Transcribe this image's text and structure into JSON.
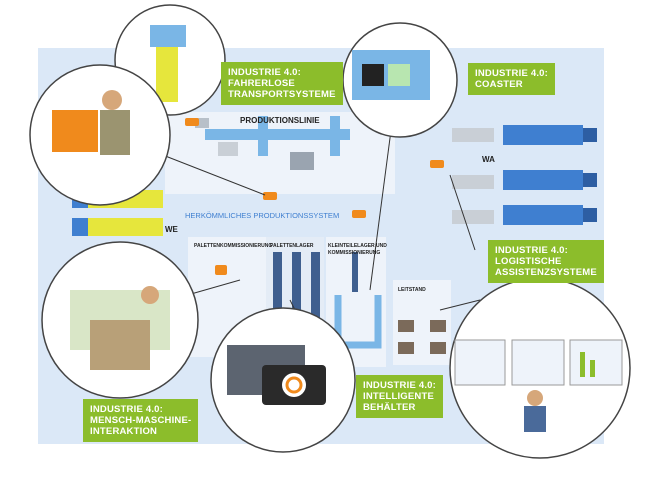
{
  "callouts": {
    "fts": [
      "INDUSTRIE 4.0:",
      "FAHRERLOSE",
      "TRANSPORTSYSTEME"
    ],
    "coaster": [
      "INDUSTRIE 4.0:",
      "COASTER"
    ],
    "logistik": [
      "INDUSTRIE 4.0:",
      "LOGISTISCHE",
      "ASSISTENZSYSTEME"
    ],
    "mmi": [
      "INDUSTRIE 4.0:",
      "MENSCH-MASCHINE-",
      "INTERAKTION"
    ],
    "behaelter": [
      "INDUSTRIE 4.0:",
      "INTELLIGENTE",
      "BEHÄLTER"
    ]
  },
  "zones": {
    "produktionslinie": "PRODUKTIONSLINIE",
    "herkoemmlich": "HERKÖMMLICHES PRODUKTIONSSYSTEM",
    "we": "WE",
    "wa": "WA",
    "palettenkommissionierung": "PALETTENKOMMISSIONIERUNG",
    "palettenlager": "PALETTENLAGER",
    "kleinteilelager": [
      "KLEINTEILELAGER UND",
      "KOMMISSIONIERUNG"
    ],
    "leitstand": "LEITSTAND"
  },
  "colors": {
    "accent_green": "#8cbd2b",
    "floor_blue": "#dbe8f7",
    "truck_blue": "#3f7fd0",
    "trailer_yellow": "#e6e63c",
    "agv_orange": "#f08a1c"
  }
}
